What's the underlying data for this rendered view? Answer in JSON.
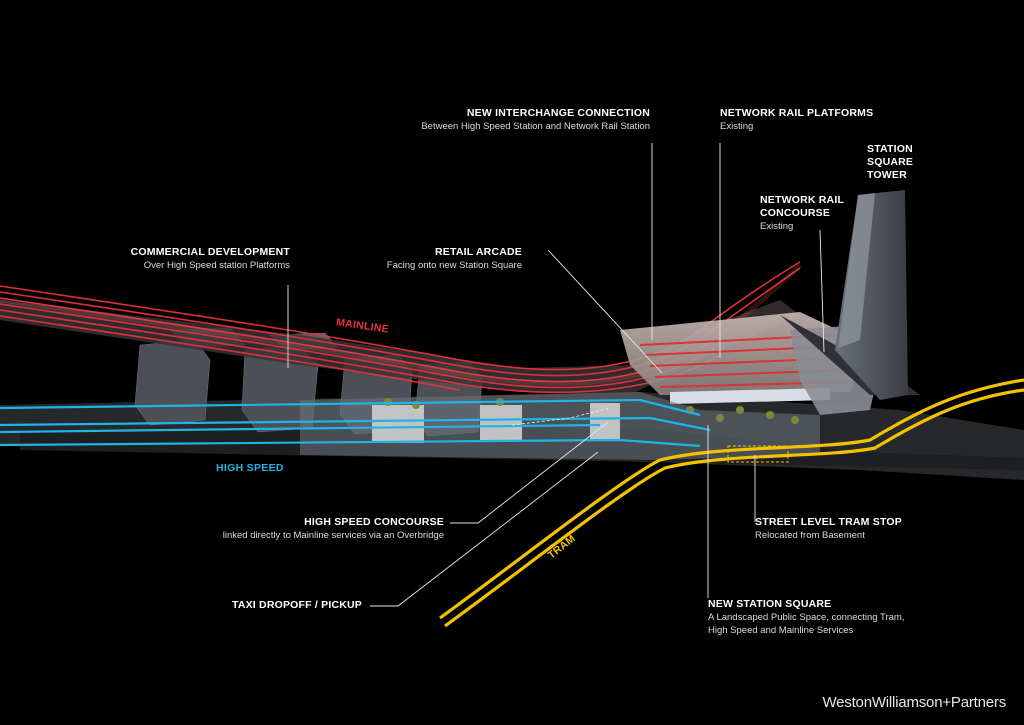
{
  "labels": {
    "interchange": {
      "title": "NEW INTERCHANGE CONNECTION",
      "sub": "Between High Speed Station and Network Rail Station"
    },
    "nr_platforms": {
      "title": "NETWORK RAIL PLATFORMS",
      "sub": "Existing"
    },
    "tower": {
      "line1": "STATION",
      "line2": "SQUARE",
      "line3": "TOWER"
    },
    "nr_concourse": {
      "line1": "NETWORK RAIL",
      "line2": "CONCOURSE",
      "sub": "Existing"
    },
    "commercial": {
      "title": "COMMERCIAL DEVELOPMENT",
      "sub": "Over  High Speed station Platforms"
    },
    "retail": {
      "title": "RETAIL ARCADE",
      "sub": "Facing onto new Station Square"
    },
    "hs_concourse": {
      "title": "HIGH SPEED CONCOURSE",
      "sub": "linked directly to Mainline services via an Overbridge"
    },
    "taxi": {
      "title": "TAXI  DROPOFF / PICKUP"
    },
    "tram_stop": {
      "title": "STREET LEVEL TRAM STOP",
      "sub": "Relocated from Basement"
    },
    "station_square": {
      "title": "NEW STATION SQUARE",
      "sub1": "A Landscaped Public Space, connecting Tram,",
      "sub2": "High Speed and Mainline Services"
    }
  },
  "tags": {
    "mainline": "MAINLINE",
    "high_speed": "HIGH SPEED",
    "tram": "TRAM"
  },
  "credit": "WestonWilliamson+Partners",
  "colors": {
    "mainline": "#e8323c",
    "high_speed": "#1fb4e6",
    "tram": "#f2c200",
    "background": "#000000"
  }
}
